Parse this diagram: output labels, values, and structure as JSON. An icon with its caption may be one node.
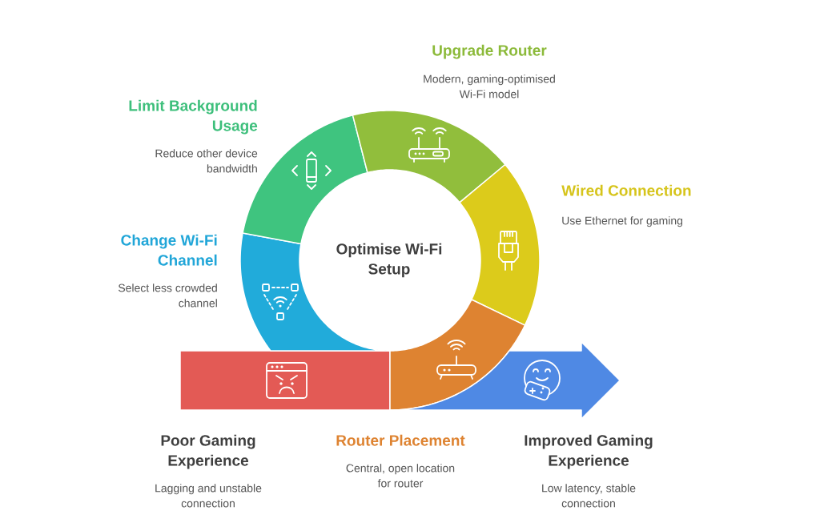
{
  "diagram": {
    "nodes": [
      {
        "text": [
          "Poor Gaming Experience",
          "Lagging and unstable connection"
        ]
      },
      {
        "text": [
          "Change Wi-Fi Channel",
          "Select less crowded channel"
        ]
      },
      {
        "text": [
          "Limit Background Usage",
          "Reduce other device bandwidth"
        ]
      },
      {
        "text": [
          "Upgrade Router",
          "Modern, gaming-optimised Wi-Fi model"
        ]
      },
      {
        "text": [
          "Wired Connection",
          "Use Ethernet for gaming"
        ]
      },
      {
        "text": [
          "Router Placement",
          "Central, open location for router"
        ]
      },
      {
        "text": [
          "Improved Gaming Experience",
          "Low latency, stable connection"
        ]
      },
      {
        "text": [
          "Optimise Wi-Fi Setup"
        ]
      }
    ]
  }
}
